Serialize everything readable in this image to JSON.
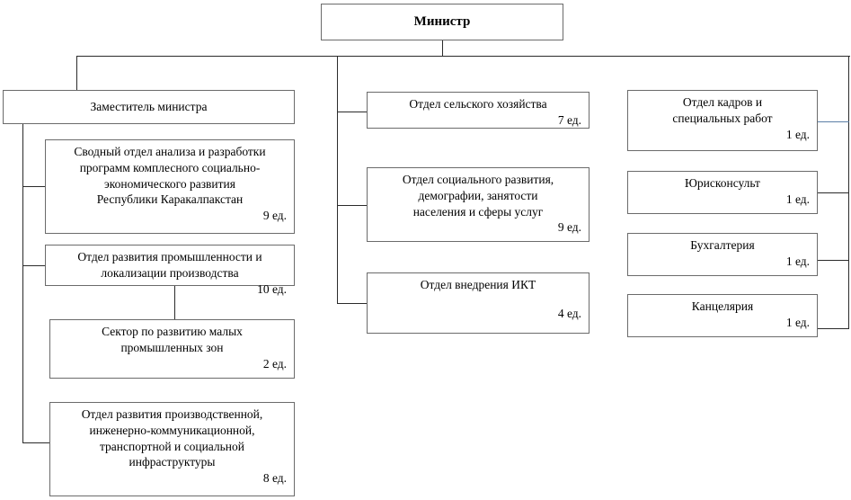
{
  "chart": {
    "title_node": {
      "id": "minister",
      "label": "Министр"
    },
    "columns": {
      "left": {
        "head": {
          "id": "deputy-minister",
          "label": "Заместитель министра"
        },
        "items": [
          {
            "id": "dept-analysis-programs",
            "label": "Сводный отдел анализа и разработки\nпрограмм комплесного социально-\nэкономического развития\nРеспублики Каракалпакстан",
            "count": "9 ед."
          },
          {
            "id": "dept-industry-localization",
            "label": "Отдел развития промышленности и\nлокализации производства",
            "count": "10 ед."
          },
          {
            "id": "sector-small-industrial-zones",
            "label": "Сектор по развитию малых\nпромышленных зон",
            "count": "2 ед."
          },
          {
            "id": "dept-infrastructure",
            "label": "Отдел развития производственной,\nинженерно-коммуникационной,\nтранспортной и социальной\nинфраструктуры",
            "count": "8 ед."
          }
        ]
      },
      "middle": {
        "items": [
          {
            "id": "dept-agriculture",
            "label": "Отдел сельского хозяйства",
            "count": "7 ед."
          },
          {
            "id": "dept-social-development",
            "label": "Отдел социального развития,\nдемографии, занятости\nнаселения и сферы услуг",
            "count": "9 ед."
          },
          {
            "id": "dept-ict",
            "label": "Отдел внедрения ИКТ",
            "count": "4 ед."
          }
        ]
      },
      "right": {
        "items": [
          {
            "id": "dept-hr-special-works",
            "label": "Отдел кадров и\nспециальных работ",
            "count": "1 ед."
          },
          {
            "id": "legal-adviser",
            "label": "Юрисконсульт",
            "count": "1 ед."
          },
          {
            "id": "accounting",
            "label": "Бухгалтерия",
            "count": "1 ед."
          },
          {
            "id": "chancellery",
            "label": "Канцелярия",
            "count": "1 ед."
          }
        ]
      }
    },
    "colors": {
      "box_border": "#6b6b6b",
      "connector": "#2b2b2b",
      "connector_light": "#5b7fa6",
      "text": "#000000",
      "background": "#ffffff"
    }
  }
}
